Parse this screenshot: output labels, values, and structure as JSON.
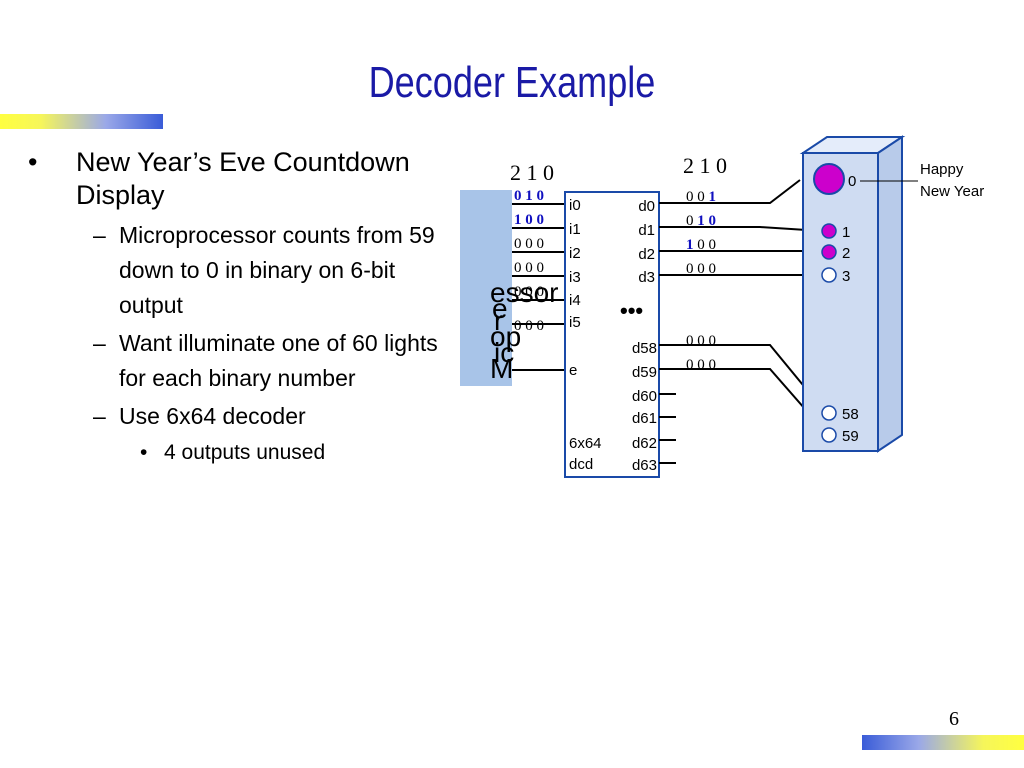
{
  "title": "Decoder Example",
  "page_number": "6",
  "bullets": {
    "main": "New Year’s Eve Countdown Display",
    "sub1": "Microprocessor counts from 59 down to 0 in binary on 6-bit output",
    "sub2": "Want illuminate one of 60 lights for each binary number",
    "sub3": "Use 6x64 decoder",
    "subsub1": "4 outputs unused",
    "bullet_glyph": "•",
    "dash_glyph": "–"
  },
  "diagram": {
    "input_bits_header": "2 1 0",
    "output_bits_header": "2 1 0",
    "processor_label_parts": [
      "essor",
      "e",
      "r",
      "op",
      "ic",
      "M"
    ],
    "input_values": [
      {
        "b2": "0",
        "b1": "1",
        "b0": "0",
        "highlight": true
      },
      {
        "b2": "1",
        "b1": "0",
        "b0": "0",
        "highlight": true
      },
      {
        "b2": "0",
        "b1": "0",
        "b0": "0",
        "highlight": false
      },
      {
        "b2": "0",
        "b1": "0",
        "b0": "0",
        "highlight": false
      },
      {
        "b2": "0",
        "b1": "0",
        "b0": "0",
        "highlight": false
      },
      {
        "b2": "0",
        "b1": "0",
        "b0": "0",
        "highlight": false
      }
    ],
    "decoder_inputs": [
      "i0",
      "i1",
      "i2",
      "i3",
      "i4",
      "i5"
    ],
    "enable_label": "e",
    "decoder_name_line1": "6x64",
    "decoder_name_line2": "dcd",
    "decoder_outputs_top": [
      "d0",
      "d1",
      "d2",
      "d3"
    ],
    "decoder_outputs_bottom": [
      "d58",
      "d59",
      "d60",
      "d61",
      "d62",
      "d63"
    ],
    "output_values": [
      {
        "b2": "0",
        "b1": "0",
        "b0": "1",
        "hl": 0
      },
      {
        "b2": "0",
        "b1": "1",
        "b0": "0",
        "hl": 1
      },
      {
        "b2": "1",
        "b1": "0",
        "b0": "0",
        "hl": 2
      },
      {
        "b2": "0",
        "b1": "0",
        "b0": "0",
        "hl": -1
      }
    ],
    "output_values_bottom": [
      {
        "b2": "0",
        "b1": "0",
        "b0": "0"
      },
      {
        "b2": "0",
        "b1": "0",
        "b0": "0"
      }
    ],
    "ellipsis": "•••",
    "light_labels": [
      "0",
      "1",
      "2",
      "3",
      "58",
      "59"
    ],
    "callout_line1": "Happy",
    "callout_line2": "New Year",
    "colors": {
      "lit": "#cc00cc",
      "unlit": "#ffffff",
      "panel": "#cfdcf2",
      "outline": "#1a4aa8",
      "processor": "#a8c4e8",
      "highlight_text": "#1010c0"
    }
  }
}
